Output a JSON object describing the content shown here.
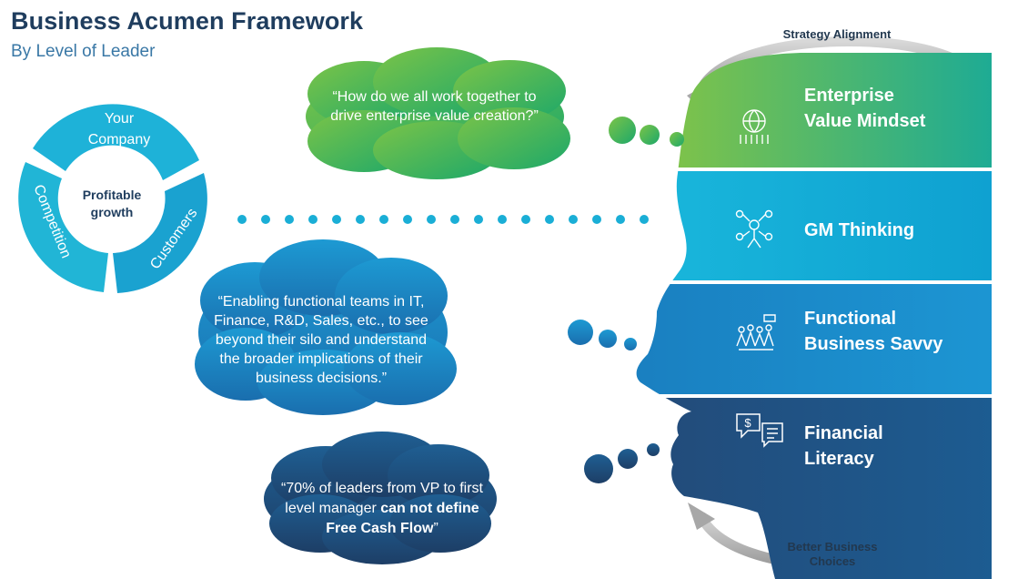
{
  "header": {
    "title": "Business Acumen Framework",
    "subtitle": "By Level of Leader"
  },
  "cycle": {
    "center": "Profitable growth",
    "segments": [
      "Your Company",
      "Customers",
      "Competition"
    ]
  },
  "head_bands": [
    {
      "label": "Enterprise Value Mindset",
      "icon": "enterprise-value-icon",
      "color": "#2eaa58"
    },
    {
      "label": "GM Thinking",
      "icon": "gm-thinking-icon",
      "color": "#15aedb"
    },
    {
      "label": "Functional Business Savvy",
      "icon": "team-icon",
      "color": "#1a84c4"
    },
    {
      "label": "Financial Literacy",
      "icon": "financial-chat-icon",
      "color": "#1e4f80"
    }
  ],
  "quotes": [
    {
      "text": "“How do we all work together to drive enterprise value creation?”"
    },
    {
      "text": "“Enabling functional teams in IT, Finance, R&D, Sales, etc., to see beyond their silo and understand the broader implications of their business decisions.”"
    },
    {
      "text_plain": "“70% of leaders from VP to first level manager ",
      "text_bold": "can not define Free Cash Flow",
      "text_end": "”"
    }
  ],
  "arrows": {
    "top": "Strategy Alignment",
    "bottom": "Better Business Choices"
  }
}
